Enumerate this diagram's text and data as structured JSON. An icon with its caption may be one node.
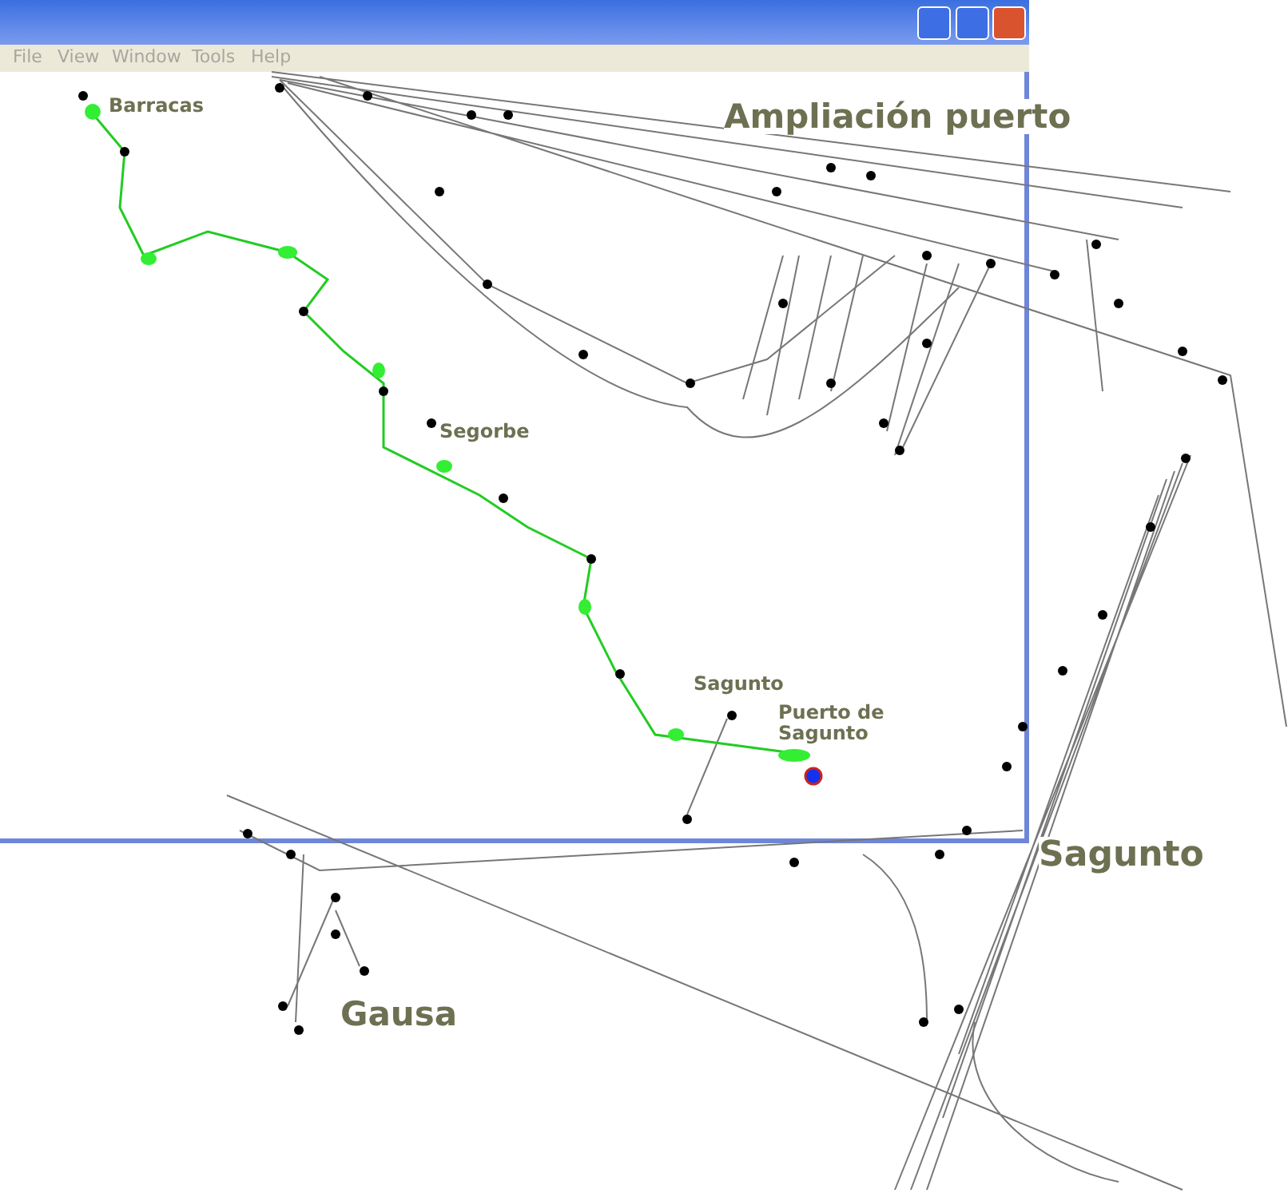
{
  "diagram": {
    "labels": [
      "File",
      "View",
      "Window",
      "Tools",
      "Help",
      "Barracas",
      "Ampliación puerto",
      "Segorbe",
      "Sagunto",
      "Puerto de Sagunto",
      "Sagunto",
      "Gausa"
    ]
  }
}
